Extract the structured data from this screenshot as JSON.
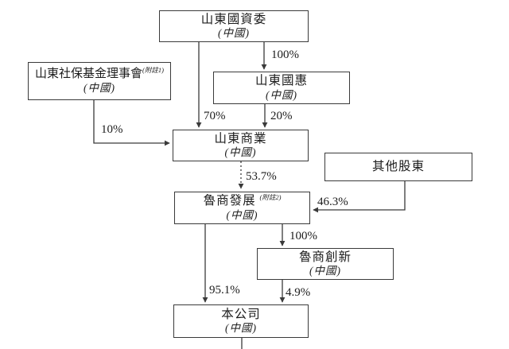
{
  "diagram": {
    "title": "shareholding-structure",
    "nodes": {
      "guoziwei": {
        "name": "山東國資委",
        "region": "(中國)"
      },
      "shebao": {
        "name": "山東社保基金理事會",
        "note": "(附註1)",
        "region": "(中國)"
      },
      "guohui": {
        "name": "山東國惠",
        "region": "(中國)"
      },
      "shangye": {
        "name": "山東商業",
        "region": "(中國)"
      },
      "qita": {
        "name": "其他股東"
      },
      "fazhan": {
        "name": "魯商發展",
        "note": "(附註2)",
        "region": "(中國)"
      },
      "chuangxin": {
        "name": "魯商創新",
        "region": "(中國)"
      },
      "company": {
        "name": "本公司",
        "region": "(中國)"
      }
    },
    "edges": {
      "guoziwei_to_guohui": "100%",
      "guoziwei_to_shangye": "70%",
      "guohui_to_shangye": "20%",
      "shebao_to_shangye": "10%",
      "shangye_to_fazhan": "53.7%",
      "qita_to_fazhan": "46.3%",
      "fazhan_to_chuangxin": "100%",
      "fazhan_to_company": "95.1%",
      "chuangxin_to_company": "4.9%"
    },
    "line_color": "#3a3a3a"
  }
}
